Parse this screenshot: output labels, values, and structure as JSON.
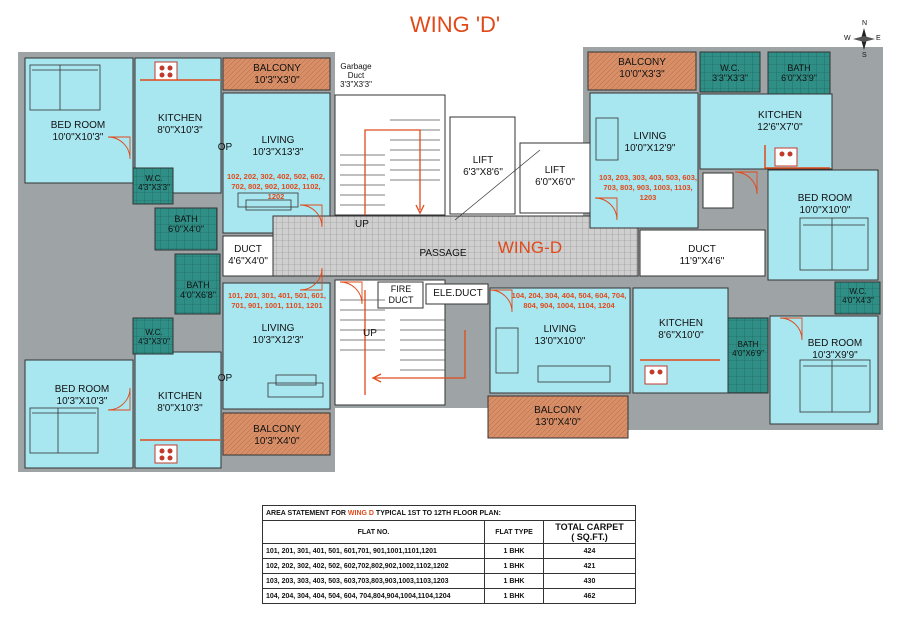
{
  "title": "WING 'D'",
  "wing_center_label": "WING-D",
  "compass": {
    "n": "N",
    "s": "S",
    "e": "E",
    "w": "W"
  },
  "rooms": {
    "balcony_top_left": {
      "name": "BALCONY",
      "dim": "10'3\"X3'0\""
    },
    "garbage_duct": {
      "name": "Garbage Duct",
      "dim": "3'3\"X3'3\""
    },
    "balcony_top_right": {
      "name": "BALCONY",
      "dim": "10'0\"X3'3\""
    },
    "bath_top_right": {
      "name": "BATH",
      "dim": "6'0\"X3'9\""
    },
    "wc_top_right": {
      "name": "W.C.",
      "dim": "3'3\"X3'3\""
    },
    "bed_top_left": {
      "name": "BED ROOM",
      "dim": "10'0\"X10'3\""
    },
    "kitchen_top_left": {
      "name": "KITCHEN",
      "dim": "8'0\"X10'3\""
    },
    "op_top": "OP",
    "living_top_left": {
      "name": "LIVING",
      "dim": "10'3\"X13'3\""
    },
    "flats_102": "102, 202, 302, 402, 502, 602, 702, 802, 902, 1002, 1102, 1202",
    "lift_1": {
      "name": "LIFT",
      "dim": "6'3\"X8'6\""
    },
    "lift_2": {
      "name": "LIFT",
      "dim": "6'0\"X6'0\""
    },
    "living_top_right": {
      "name": "LIVING",
      "dim": "10'0\"X12'9\""
    },
    "flats_103": "103, 203, 303, 403, 503, 603, 703, 803, 903, 1003, 1103, 1203",
    "kitchen_top_right": {
      "name": "KITCHEN",
      "dim": "12'6\"X7'0\""
    },
    "bed_top_right": {
      "name": "BED ROOM",
      "dim": "10'0\"X10'0\""
    },
    "wc_top_left": {
      "name": "W.C.",
      "dim": "4'3\"X3'3\""
    },
    "bath_top_left": {
      "name": "BATH",
      "dim": "6'0\"X4'0\""
    },
    "duct_left": {
      "name": "DUCT",
      "dim": "4'6\"X4'0\""
    },
    "up_top": "UP",
    "passage": "PASSAGE",
    "duct_right": {
      "name": "DUCT",
      "dim": "11'9\"X4'6\""
    },
    "bath_mid_left": {
      "name": "BATH",
      "dim": "4'0\"X6'8\""
    },
    "flats_101": "101, 201, 301, 401, 501, 601, 701, 901, 1001, 1101, 1201",
    "fire_duct": {
      "line1": "FIRE",
      "line2": "DUCT"
    },
    "ele_duct": "ELE.DUCT",
    "flats_104": "104, 204, 304, 404, 504, 604, 704, 804, 904, 1004, 1104, 1204",
    "wc_mid_right": {
      "name": "W.C.",
      "dim": "4'0\"X4'3\""
    },
    "living_bottom_left": {
      "name": "LIVING",
      "dim": "10'3\"X12'3\""
    },
    "up_bottom": "UP",
    "living_bottom_right": {
      "name": "LIVING",
      "dim": "13'0\"X10'0\""
    },
    "kitchen_bottom_right": {
      "name": "KITCHEN",
      "dim": "8'6\"X10'0\""
    },
    "bath_bottom_right": {
      "name": "BATH",
      "dim": "4'0\"X6'9\""
    },
    "bed_bottom_right": {
      "name": "BED ROOM",
      "dim": "10'3\"X9'9\""
    },
    "wc_bottom_left": {
      "name": "W.C.",
      "dim": "4'3\"X3'0\""
    },
    "bed_bottom_left": {
      "name": "BED ROOM",
      "dim": "10'3\"X10'3\""
    },
    "kitchen_bottom_left": {
      "name": "KITCHEN",
      "dim": "8'0\"X10'3\""
    },
    "op_bottom": "OP",
    "balcony_bottom_left": {
      "name": "BALCONY",
      "dim": "10'3\"X4'0\""
    },
    "balcony_bottom_right": {
      "name": "BALCONY",
      "dim": "13'0\"X4'0\""
    }
  },
  "area_table": {
    "heading_prefix": "AREA STATEMENT FOR ",
    "heading_wing": "WING D",
    "heading_suffix": " TYPICAL 1ST  TO 12TH  FLOOR PLAN:",
    "col_flat_no": "FLAT NO.",
    "col_flat_type": "FLAT TYPE",
    "col_carpet": "TOTAL CARPET",
    "col_carpet_unit": "( SQ.FT.)",
    "rows": [
      {
        "flats": "101, 201, 301, 401, 501, 601,701, 901,1001,1101,1201",
        "type": "1 BHK",
        "area": "424"
      },
      {
        "flats": "102, 202, 302, 402, 502, 602,702,802,902,1002,1102,1202",
        "type": "1 BHK",
        "area": "421"
      },
      {
        "flats": "103, 203, 303, 403, 503, 603,703,803,903,1003,1103,1203",
        "type": "1 BHK",
        "area": "430"
      },
      {
        "flats": "104, 204, 304, 404, 504, 604, 704,804,904,1004,1104,1204",
        "type": "1 BHK",
        "area": "462"
      }
    ]
  },
  "colors": {
    "room": "#a8e6f0",
    "wet": "#2e8b82",
    "balcony": "#d9926a",
    "passage": "#c8c8c8",
    "accent": "#e04a1a"
  }
}
